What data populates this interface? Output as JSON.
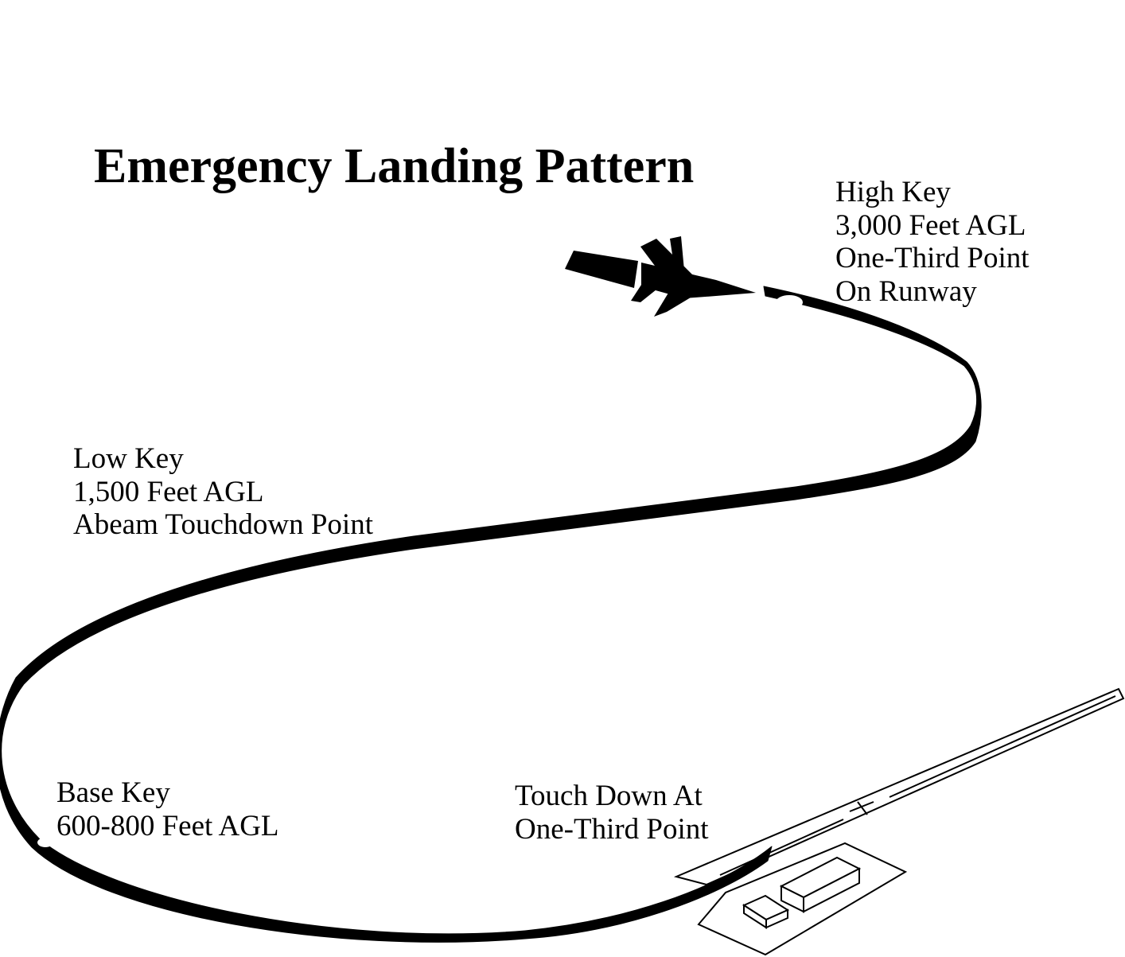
{
  "title": "Emergency Landing Pattern",
  "labels": {
    "high_key": [
      "High Key",
      "3,000 Feet AGL",
      "One-Third Point",
      "On Runway"
    ],
    "low_key": [
      "Low Key",
      "1,500 Feet AGL",
      "Abeam Touchdown Point"
    ],
    "base_key": [
      "Base Key",
      "600-800 Feet AGL"
    ],
    "touchdown": [
      "Touch Down At",
      "One-Third Point"
    ]
  },
  "colors": {
    "ink": "#000000",
    "background": "#ffffff"
  },
  "icons": {
    "aircraft": "jet-fighter-silhouette",
    "runway": "runway-outline",
    "hangars": "hangar-buildings"
  }
}
